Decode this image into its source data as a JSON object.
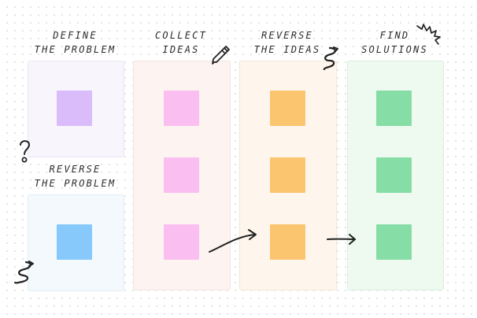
{
  "board": {
    "headings": {
      "define": [
        "Define",
        "the problem"
      ],
      "collect": [
        "Collect",
        "ideas"
      ],
      "reverse_ideas": [
        "Reverse",
        "the ideas"
      ],
      "find": [
        "Find",
        "solutions"
      ],
      "reverse_problem": [
        "Reverse",
        "the problem"
      ]
    },
    "colors": {
      "panel_define": "#f8f5fd",
      "panel_reverse_problem": "#f3f9fd",
      "panel_collect": "#fdf4f1",
      "panel_reverse_ideas": "#fef6ec",
      "panel_find": "#eefaf0",
      "note_purple": "#dabcfb",
      "note_blue": "#87c9fb",
      "note_pink": "#fabff0",
      "note_orange": "#fbc46f",
      "note_green": "#86dda6"
    },
    "icons": {
      "question_mark": "question-mark-icon",
      "pencil": "pencil-icon",
      "squiggle": "squiggle-icon",
      "spark": "spark-icon",
      "arrow": "arrow-icon"
    }
  }
}
